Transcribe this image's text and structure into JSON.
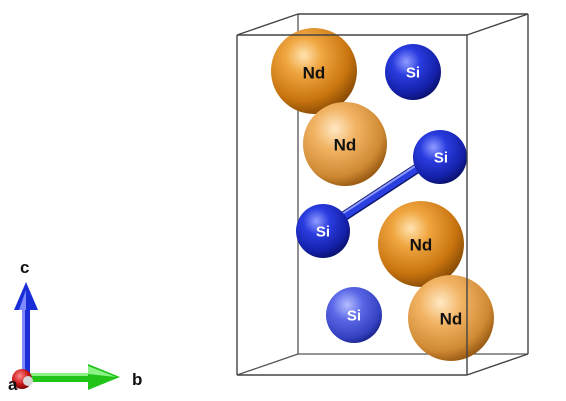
{
  "structure": {
    "atoms": [
      {
        "id": "nd-1",
        "element": "Nd",
        "label": "Nd"
      },
      {
        "id": "si-1",
        "element": "Si",
        "label": "Si"
      },
      {
        "id": "nd-2",
        "element": "Nd",
        "label": "Nd"
      },
      {
        "id": "si-2",
        "element": "Si",
        "label": "Si"
      },
      {
        "id": "si-3",
        "element": "Si",
        "label": "Si"
      },
      {
        "id": "nd-3",
        "element": "Nd",
        "label": "Nd"
      },
      {
        "id": "si-4",
        "element": "Si",
        "label": "Si"
      },
      {
        "id": "nd-4",
        "element": "Nd",
        "label": "Nd"
      }
    ],
    "bonds": [
      {
        "from": "si-2",
        "to": "si-3"
      }
    ],
    "colors": {
      "nd": "#e08a1c",
      "si": "#1f2fd0",
      "bond": "#2a3fe0",
      "cell_edge": "#444444"
    }
  },
  "axes": {
    "c_label": "c",
    "b_label": "b",
    "a_label": "a",
    "c_color": "#1a2ed8",
    "b_color": "#22c41a",
    "a_color": "#c81414"
  }
}
